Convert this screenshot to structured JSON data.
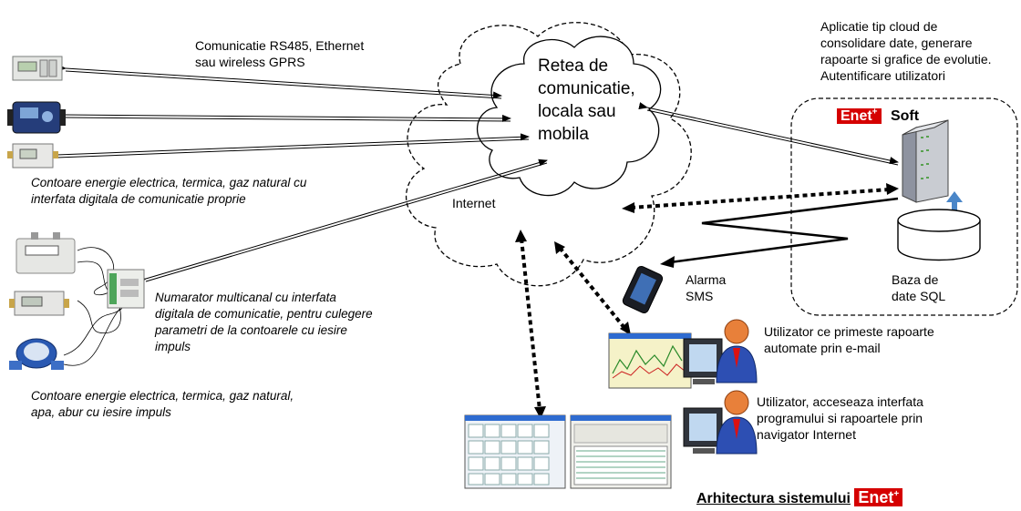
{
  "labels": {
    "comm_top": [
      "Comunicatie RS485, Ethernet",
      "sau wireless GPRS"
    ],
    "cloud": [
      "Retea de",
      "comunicatie,",
      "locala sau",
      "mobila"
    ],
    "internet": "Internet",
    "cloud_app": [
      "Aplicatie tip cloud de",
      "consolidare date, generare",
      "rapoarte si grafice de evolutie.",
      "Autentificare utilizatori"
    ],
    "enet": "Enet",
    "plus": "+",
    "soft": "Soft",
    "meters_digital": [
      "Contoare energie electrica, termica, gaz natural cu",
      "interfata digitala de comunicatie proprie"
    ],
    "counter": [
      "Numarator multicanal cu interfata",
      "digitala de comunicatie, pentru culegere",
      "parametri de la contoarele cu iesire",
      "impuls"
    ],
    "meters_pulse": [
      "Contoare energie electrica, termica, gaz natural,",
      "apa, abur  cu iesire impuls"
    ],
    "sms": [
      "Alarma",
      "SMS"
    ],
    "db": [
      "Baza de",
      "date SQL"
    ],
    "user1": [
      "Utilizator ce primeste rapoarte",
      "automate prin e-mail"
    ],
    "user2": [
      "Utilizator, acceseaza interfata",
      "programului  si rapoartele prin",
      "navigator Internet"
    ],
    "title": "Arhitectura sistemului"
  },
  "colors": {
    "enet_red": "#d50000",
    "db_arrow": "#4a86c8",
    "user_shirt": "#2d4fb3",
    "user_face": "#e8803a",
    "screen_bg": "#f5f2c8"
  },
  "icons": [
    "meter-din-icon",
    "meter-blue-icon",
    "meter-small-icon",
    "gas-meter-icon",
    "water-meter-icon",
    "pulse-counter-icon",
    "server-icon",
    "database-icon",
    "phone-icon",
    "user-icon",
    "monitor-icon",
    "chart-screenshot-icon",
    "app-screenshot-icon"
  ]
}
